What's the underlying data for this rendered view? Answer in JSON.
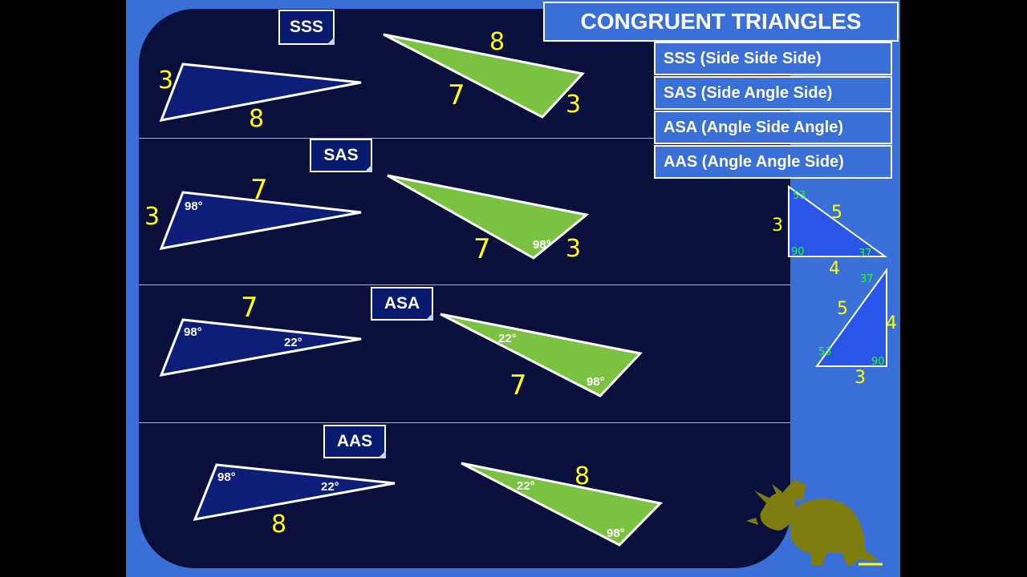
{
  "title": "CONGRUENT TRIANGLES",
  "menu": [
    "SSS (Side Side Side)",
    "SAS (Side Angle Side)",
    "ASA (Angle Side Angle)",
    "AAS (Angle Angle Side)"
  ],
  "rows": {
    "sss": {
      "label": "SSS",
      "marks": {
        "left_side_a": "3",
        "left_side_b": "8",
        "right_side_a": "8",
        "right_side_b": "7",
        "right_side_c": "3"
      }
    },
    "sas": {
      "label": "SAS",
      "marks": {
        "left_side_a": "3",
        "left_side_b": "7",
        "left_angle": "98°",
        "right_side_a": "7",
        "right_side_b": "3",
        "right_angle": "98°"
      }
    },
    "asa": {
      "label": "ASA",
      "marks": {
        "left_side": "7",
        "left_angle_a": "98°",
        "left_angle_b": "22°",
        "right_angle_a": "22°",
        "right_side": "7",
        "right_angle_b": "98°"
      }
    },
    "aas": {
      "label": "AAS",
      "marks": {
        "left_angle_a": "98°",
        "left_angle_b": "22°",
        "left_side": "8",
        "right_angle_a": "22°",
        "right_side": "8",
        "right_angle_b": "98°"
      }
    }
  },
  "side_notes": {
    "t1": {
      "a": "3",
      "b": "5",
      "c": "4",
      "angle_top": "53",
      "angle_right": "37",
      "angle_corner": "90"
    },
    "t2": {
      "a": "5",
      "b": "4",
      "c": "3",
      "angle_top": "37",
      "angle_left": "53",
      "angle_corner": "90"
    }
  },
  "colors": {
    "background": "#3b6fd8",
    "board": "#0a0f3c",
    "triangle_left": "#0e1e78",
    "triangle_right": "#7cc242",
    "handwriting": "#ffff00",
    "notes": "#22ff22",
    "mascot": "#807d10"
  },
  "icons": {
    "mascot": "triceratops-icon"
  }
}
